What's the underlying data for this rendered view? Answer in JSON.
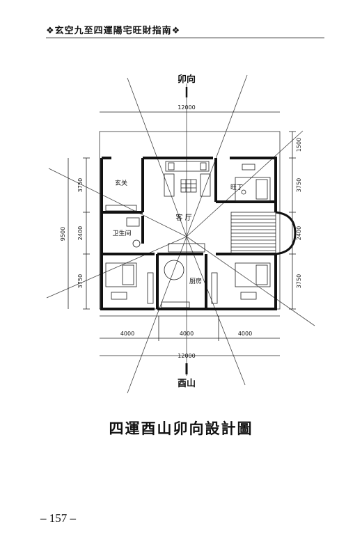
{
  "header": {
    "title": "❖玄空九至四運陽宅旺財指南❖"
  },
  "plan": {
    "north_label": "卯向",
    "south_label": "酉山",
    "dim_top": "12000",
    "dim_bottom_total": "12000",
    "dim_bottom_left": "4000",
    "dim_bottom_mid": "4000",
    "dim_bottom_right": "4000",
    "dim_left_total": "9500",
    "dim_left_1": "3750",
    "dim_left_2": "2400",
    "dim_left_3": "3750",
    "dim_right_top": "1500",
    "dim_right_1": "3750",
    "dim_right_2": "2400",
    "dim_right_3": "3750",
    "rooms": {
      "foyer": "玄关",
      "bathroom": "卫生间",
      "living": "客 厅",
      "wealth": "旺丁",
      "kitchen": "厨房"
    }
  },
  "caption": "四運酉山卯向設計圖",
  "page_number": "– 157 –"
}
